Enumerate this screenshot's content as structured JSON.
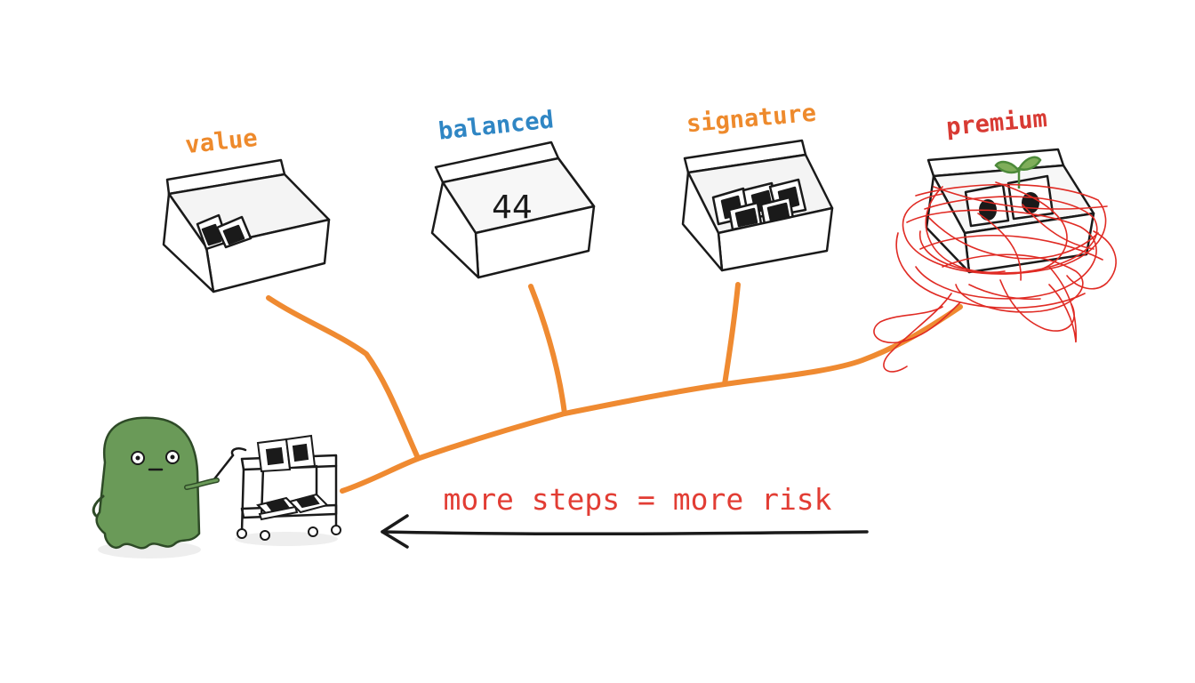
{
  "tiers": [
    {
      "label": "value",
      "color": "#ee8a2c"
    },
    {
      "label": "balanced",
      "color": "#2f86c4"
    },
    {
      "label": "signature",
      "color": "#ee8a2c"
    },
    {
      "label": "premium",
      "color": "#d83a33"
    }
  ],
  "balanced_box_number": "44",
  "risk_note": "more steps = more risk",
  "colors": {
    "branch": "#ef8a31",
    "tangle": "#e02b24",
    "character": "#6a9a58",
    "risk_text": "#e23d34",
    "ink": "#1a1a1a"
  },
  "icons": [
    "blob-character-icon",
    "serving-cart-icon",
    "tangle-icon",
    "sprout-icon",
    "arrow-left-icon"
  ]
}
